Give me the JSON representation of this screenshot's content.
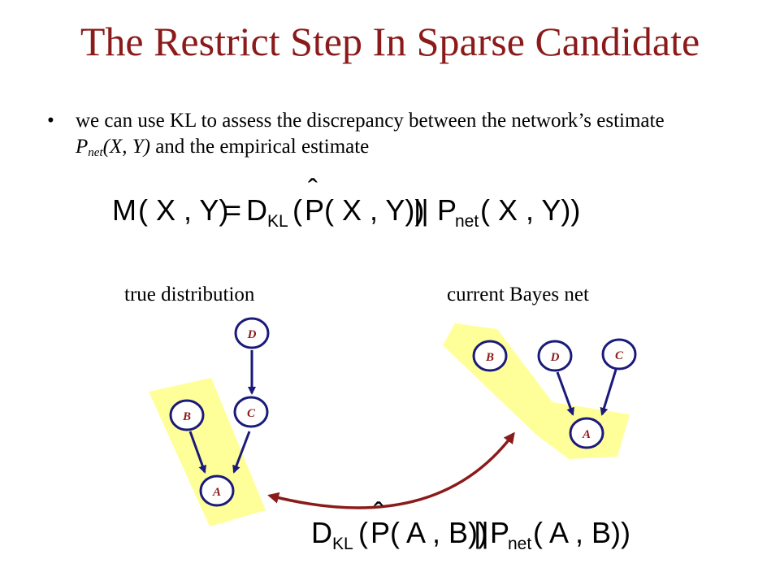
{
  "title": "The Restrict Step In Sparse Candidate",
  "bullet": {
    "part1": "we can use KL to assess the discrepancy between the network",
    "apostrophe": "’",
    "part2": "s estimate ",
    "p": "P",
    "sub": "net",
    "args": "(X, Y)",
    "part3": " and the empirical estimate"
  },
  "equation_main": {
    "M": "M",
    "lhs_args": "( X , Y)",
    "equals": "=",
    "D": "D",
    "D_sub": "KL",
    "open": "(",
    "hat": "ˆ",
    "P": "P",
    "p_args": "( X , Y))",
    "parallel": "||",
    "P2": "P",
    "net_sub": "net",
    "p2_args": "( X , Y))"
  },
  "equation_bottom": {
    "D": "D",
    "D_sub": "KL",
    "open": "(",
    "hat": "ˆ",
    "P": "P",
    "p_args": "( A , B))",
    "parallel": "||",
    "P2": "P",
    "net_sub": "net",
    "p2_args": "( A , B))"
  },
  "labels": {
    "true_distribution": "true distribution",
    "current_bayes_net": "current Bayes net"
  },
  "left_graph": {
    "nodes": {
      "D": "D",
      "C": "C",
      "B": "B",
      "A": "A"
    }
  },
  "right_graph": {
    "nodes": {
      "B": "B",
      "D": "D",
      "C": "C",
      "A": "A"
    }
  },
  "colors": {
    "title": "#8b1a1a",
    "node_border": "#1a1a7a",
    "node_text": "#8b1a1a",
    "highlight": "#ffff99",
    "arrow": "#1a1a7a",
    "curve": "#8b1a1a"
  }
}
